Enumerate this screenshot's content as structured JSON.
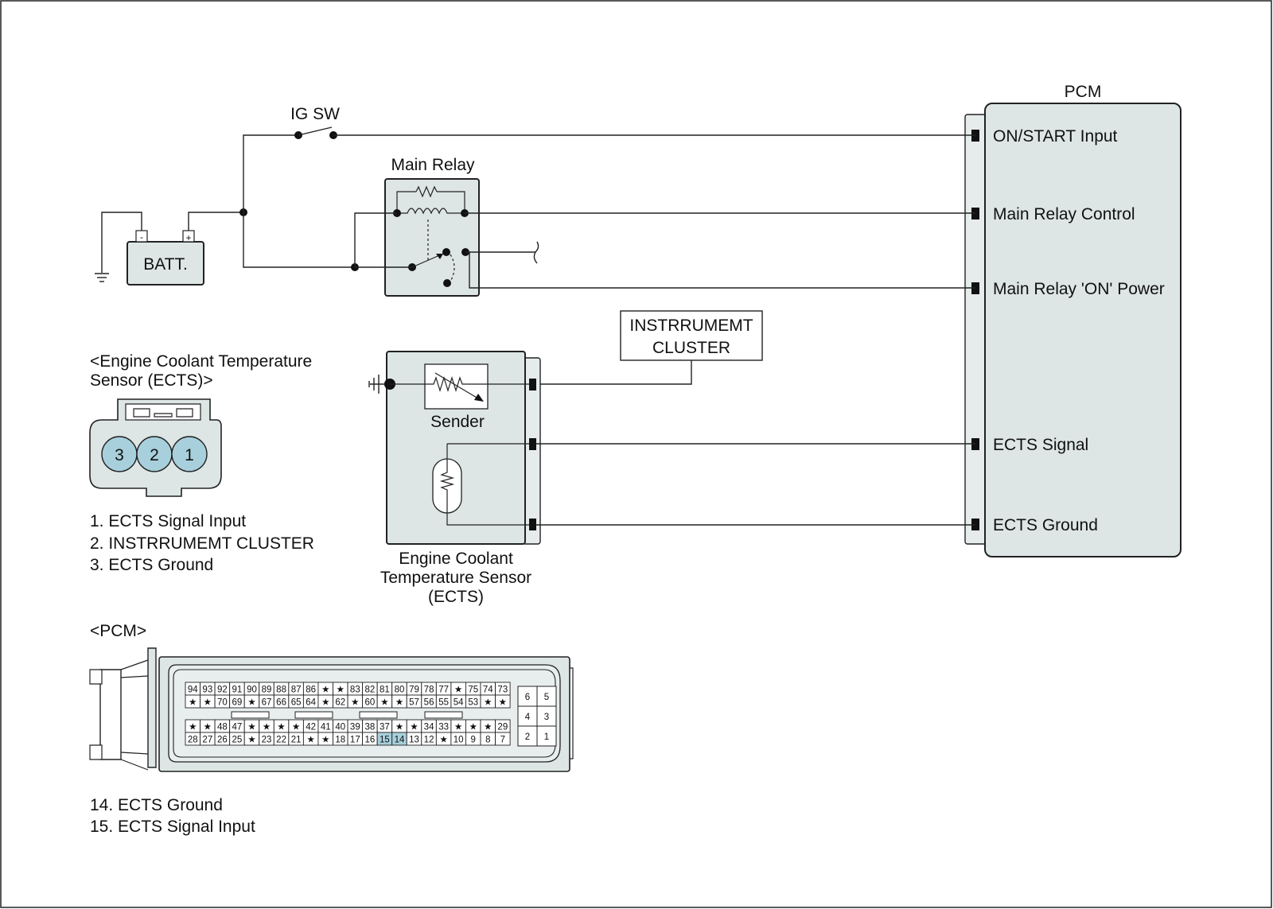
{
  "ig_sw": "IG SW",
  "batt": "BATT.",
  "batt_minus": "-",
  "batt_plus": "+",
  "main_relay": "Main Relay",
  "pcm_title": "PCM",
  "pcm_pins": [
    "ON/START Input",
    "Main Relay Control",
    "Main Relay 'ON' Power",
    "ECTS Signal",
    "ECTS Ground"
  ],
  "cluster": [
    "INSTRRUMEMT",
    "CLUSTER"
  ],
  "sender": "Sender",
  "ects_caption": [
    "Engine Coolant",
    "Temperature Sensor",
    "(ECTS)"
  ],
  "ects_connector_title": [
    "<Engine Coolant Temperature",
    "Sensor (ECTS)>"
  ],
  "ects_connector_pins": [
    "3",
    "2",
    "1"
  ],
  "ects_legend": [
    "1. ECTS Signal Input",
    "2. INSTRRUMEMT CLUSTER",
    "3. ECTS Ground"
  ],
  "pcm_connector_title": "<PCM>",
  "pcm_connector_rows": [
    [
      "94",
      "93",
      "92",
      "91",
      "90",
      "89",
      "88",
      "87",
      "86",
      "★",
      "★",
      "83",
      "82",
      "81",
      "80",
      "79",
      "78",
      "77",
      "★",
      "75",
      "74",
      "73"
    ],
    [
      "★",
      "★",
      "70",
      "69",
      "★",
      "67",
      "66",
      "65",
      "64",
      "★",
      "62",
      "★",
      "60",
      "★",
      "★",
      "57",
      "56",
      "55",
      "54",
      "53",
      "★",
      "★"
    ],
    [
      "★",
      "★",
      "48",
      "47",
      "★",
      "★",
      "★",
      "★",
      "42",
      "41",
      "40",
      "39",
      "38",
      "37",
      "★",
      "★",
      "34",
      "33",
      "★",
      "★",
      "★",
      "29"
    ],
    [
      "28",
      "27",
      "26",
      "25",
      "★",
      "23",
      "22",
      "21",
      "★",
      "★",
      "18",
      "17",
      "16",
      "15",
      "14",
      "13",
      "12",
      "★",
      "10",
      "9",
      "8",
      "7"
    ]
  ],
  "pcm_connector_highlight": [
    "15",
    "14"
  ],
  "pcm_connector_side": [
    [
      "6",
      "5"
    ],
    [
      "4",
      "3"
    ],
    [
      "2",
      "1"
    ]
  ],
  "pcm_legend": [
    "14. ECTS Ground",
    "15. ECTS Signal Input"
  ],
  "colors": {
    "fill": "#dde5e5",
    "pin_fill": "#a8d0dc",
    "highlight": "#a8d0dc"
  }
}
